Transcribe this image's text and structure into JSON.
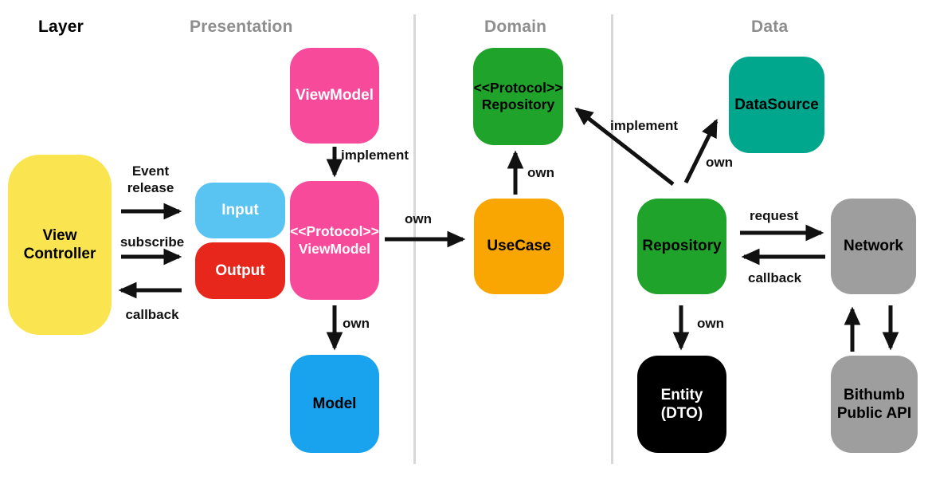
{
  "headers": {
    "layer": "Layer",
    "presentation": "Presentation",
    "domain": "Domain",
    "data": "Data"
  },
  "nodes": {
    "view_controller": {
      "label": "View\nController",
      "bg": "#FAE44F",
      "fg": "#000000"
    },
    "input": {
      "label": "Input",
      "bg": "#59C3F2",
      "fg": "#FFFFFF"
    },
    "output": {
      "label": "Output",
      "bg": "#E8271C",
      "fg": "#FFFFFF"
    },
    "viewmodel": {
      "label": "ViewModel",
      "bg": "#F74A9B",
      "fg": "#FFFFFF"
    },
    "protocol_viewmodel": {
      "label": "<<Protocol>>\nViewModel",
      "bg": "#F74A9B",
      "fg": "#FFFFFF"
    },
    "model": {
      "label": "Model",
      "bg": "#19A3EE",
      "fg": "#000000"
    },
    "protocol_repository": {
      "label": "<<Protocol>>\nRepository",
      "bg": "#1FA32B",
      "fg": "#000000"
    },
    "usecase": {
      "label": "UseCase",
      "bg": "#F9A602",
      "fg": "#000000"
    },
    "datasource": {
      "label": "DataSource",
      "bg": "#00A78C",
      "fg": "#000000"
    },
    "repository": {
      "label": "Repository",
      "bg": "#1FA32B",
      "fg": "#000000"
    },
    "network": {
      "label": "Network",
      "bg": "#9E9E9E",
      "fg": "#000000"
    },
    "entity": {
      "label": "Entity\n(DTO)",
      "bg": "#000000",
      "fg": "#FFFFFF"
    },
    "bithumb": {
      "label": "Bithumb\nPublic API",
      "bg": "#9E9E9E",
      "fg": "#000000"
    }
  },
  "edges": {
    "event_release": "Event\nrelease",
    "subscribe": "subscribe",
    "callback_vc": "callback",
    "implement_viewmodel": "implement",
    "own_viewmodel_usecase": "own",
    "own_viewmodel_model": "own",
    "own_usecase_repository": "own",
    "implement_repository": "implement",
    "own_repository_datasource": "own",
    "request": "request",
    "callback_network": "callback",
    "own_repository_entity": "own"
  },
  "colors": {
    "header_strong": "#000000",
    "header_muted": "#8E8E8E",
    "divider": "#D8D8D8",
    "arrow": "#111111",
    "background": "#FFFFFF"
  }
}
